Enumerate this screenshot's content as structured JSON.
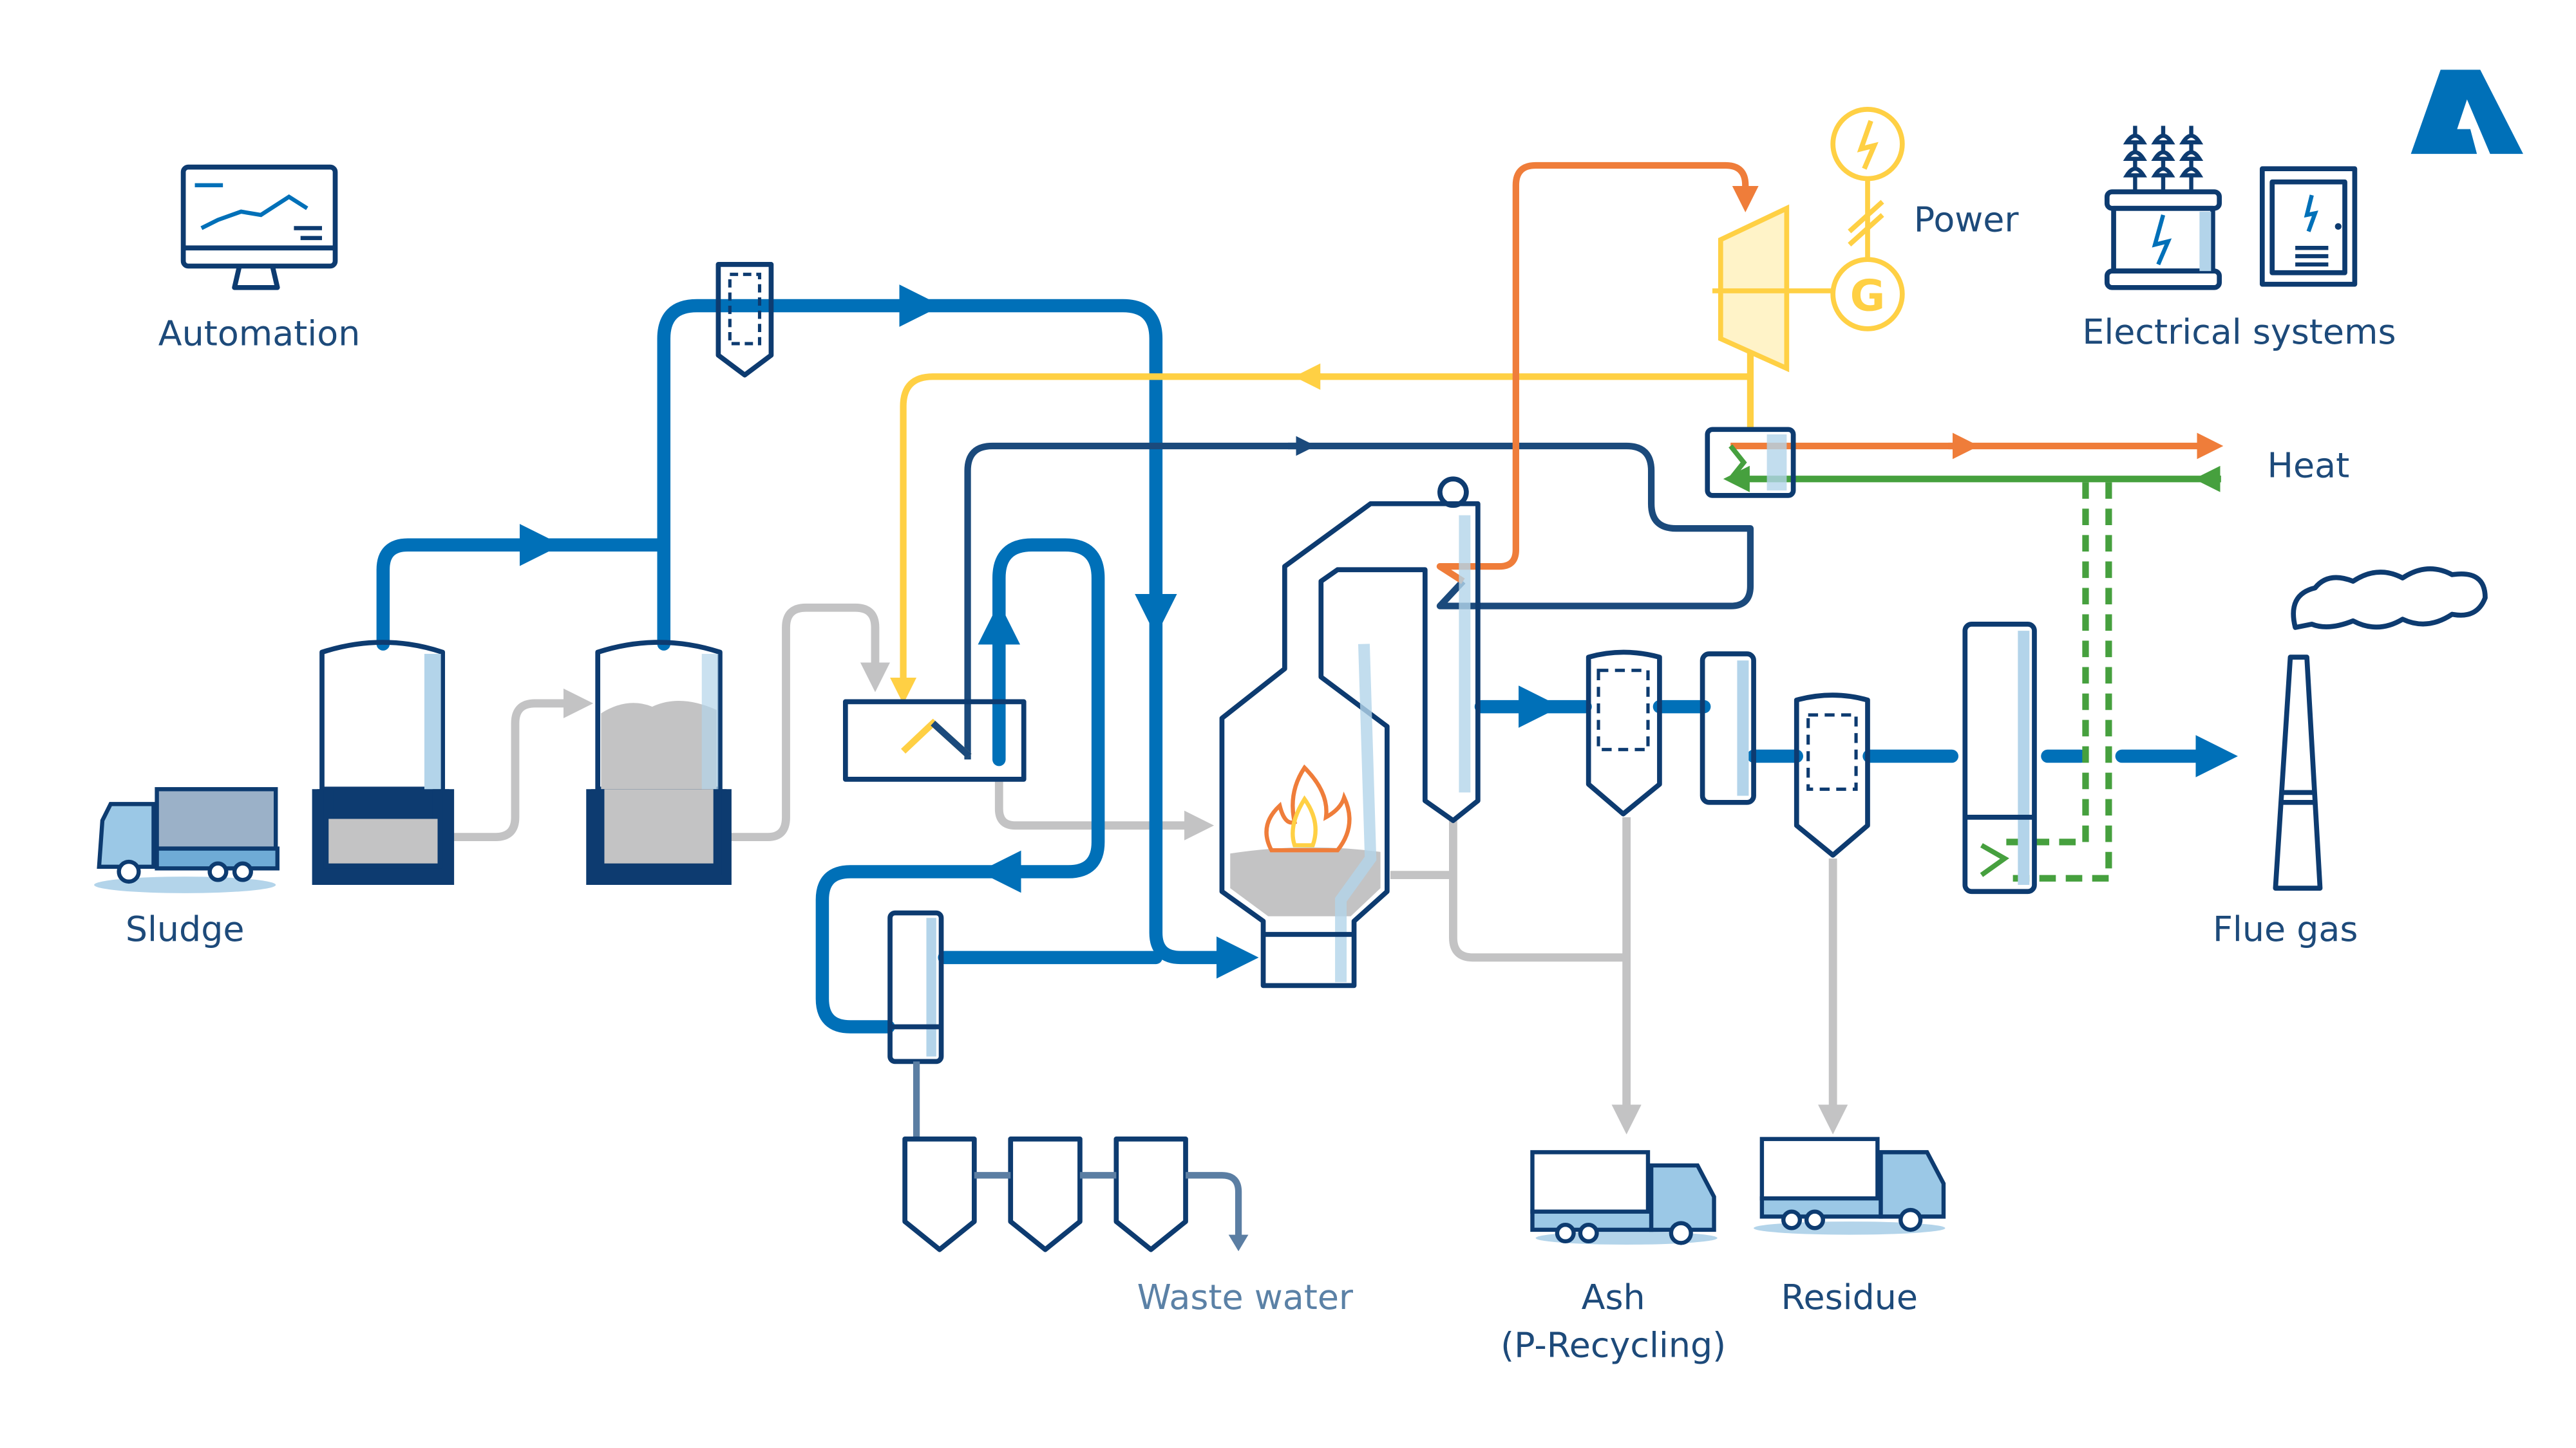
{
  "labels": {
    "automation": "Automation",
    "power": "Power",
    "electrical_systems": "Electrical systems",
    "heat": "Heat",
    "sludge": "Sludge",
    "flue_gas": "Flue gas",
    "waste_water": "Waste water",
    "ash": "Ash",
    "ash_sub": "(P-Recycling)",
    "residue": "Residue",
    "generator_letter": "G"
  },
  "colors": {
    "navy": "#0d3b70",
    "process_blue": "#0070b8",
    "light_blue": "#b3d4ea",
    "steam_orange": "#ef7d3a",
    "power_yellow": "#ffd044",
    "heat_green": "#46a03e",
    "solids_grey": "#c3c3c4",
    "text": "#1d4a7a",
    "logo": "#0070b8"
  },
  "icons": [
    "monitor-chart-icon",
    "lightning-icon",
    "generator-icon",
    "transformer-icon",
    "switch-cabinet-icon",
    "truck-icon",
    "flame-icon",
    "chimney-icon",
    "logo"
  ]
}
